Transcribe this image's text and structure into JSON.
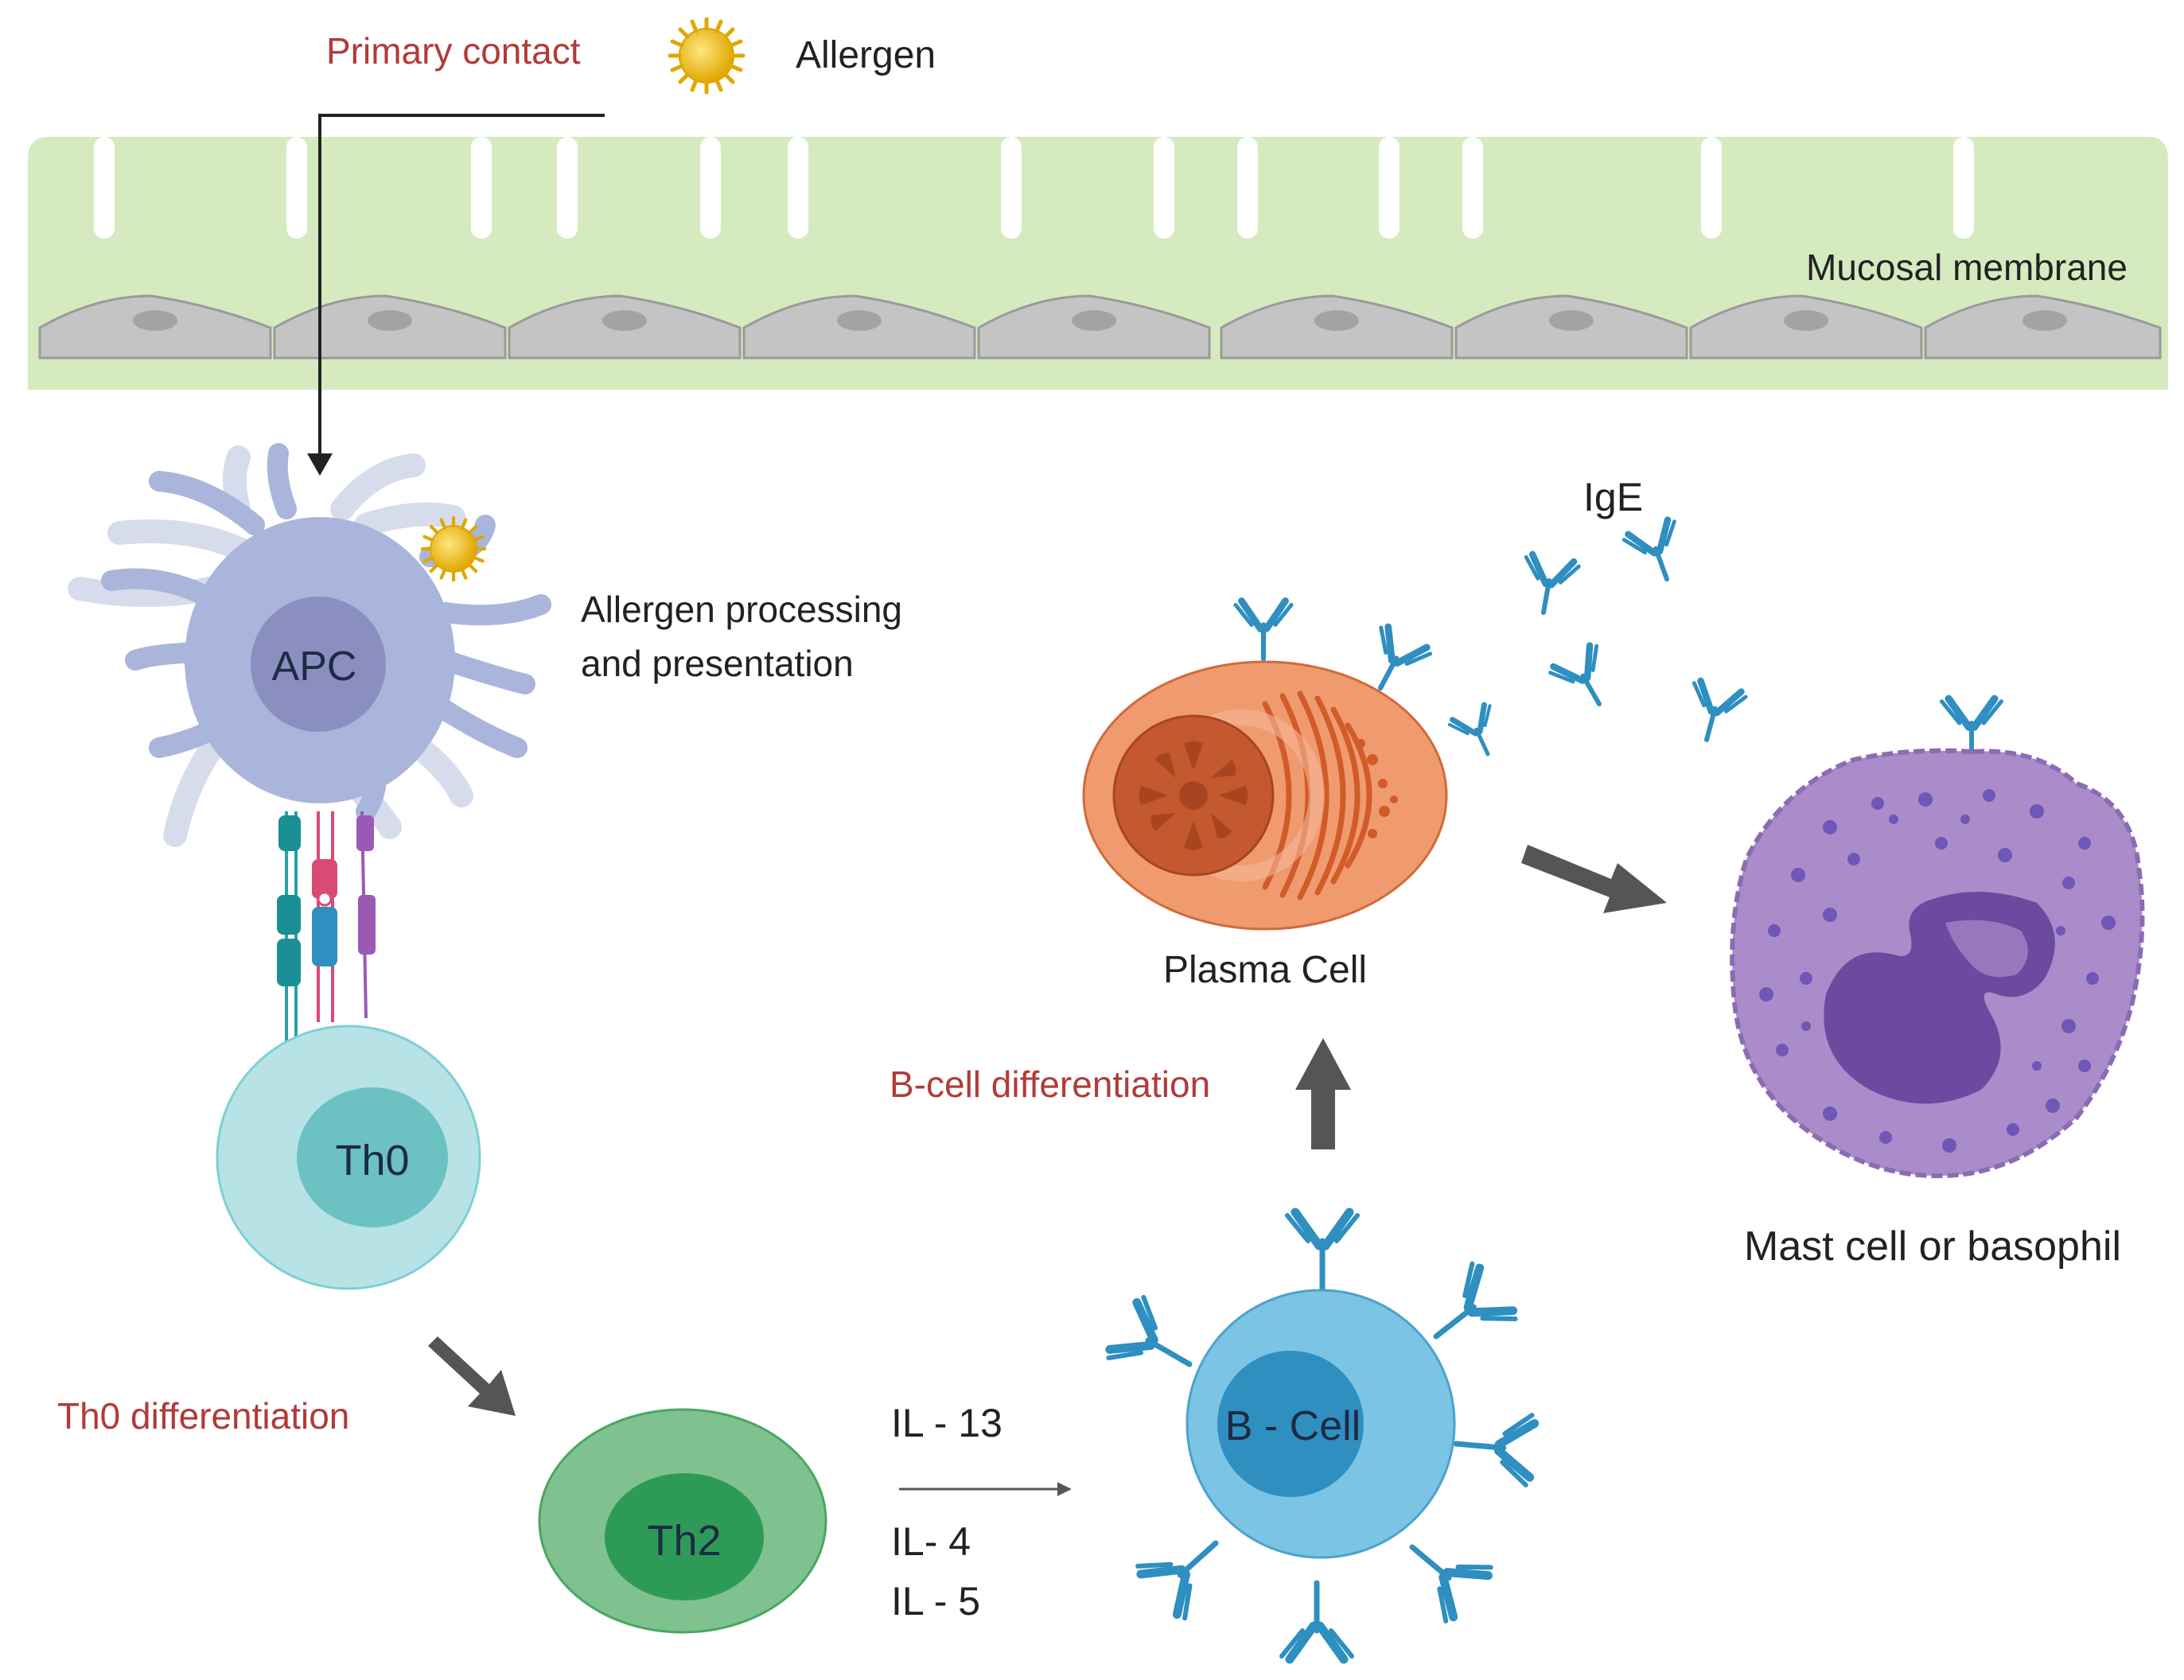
{
  "labels": {
    "primary_contact": "Primary contact",
    "allergen": "Allergen",
    "mucosal_membrane": "Mucosal membrane",
    "allergen_processing_1": "Allergen processing",
    "allergen_processing_2": "and presentation",
    "apc": "APC",
    "th0": "Th0",
    "th0_differentiation": "Th0 differentiation",
    "th2": "Th2",
    "il13": "IL - 13",
    "il4": "IL- 4",
    "il5": "IL - 5",
    "b_cell": "B - Cell",
    "b_cell_differentiation": "B-cell differentiation",
    "plasma_cell": "Plasma Cell",
    "ige": "IgE",
    "mast_cell": "Mast cell or basophil"
  },
  "colors": {
    "membrane": "#d5ebbf",
    "epithelial": "#c4c4c4",
    "apc_body": "#a9b5db",
    "apc_nucleus": "#8a8fc0",
    "th0_body": "#b7e3e6",
    "th0_nucleus": "#6cc2c2",
    "th2_body": "#7fc28f",
    "th2_nucleus": "#2e9a58",
    "bcell_body": "#7cc4e4",
    "bcell_nucleus": "#2f8fc0",
    "plasma_body": "#ef9b6f",
    "plasma_nucleus": "#c4582e",
    "mast_body": "#a98cc9",
    "mast_nucleus": "#6b4aa0",
    "antibody": "#2e8fc0",
    "allergen": "#f4c430",
    "label_red": "#b23a3a",
    "arrow_gray": "#555555"
  }
}
